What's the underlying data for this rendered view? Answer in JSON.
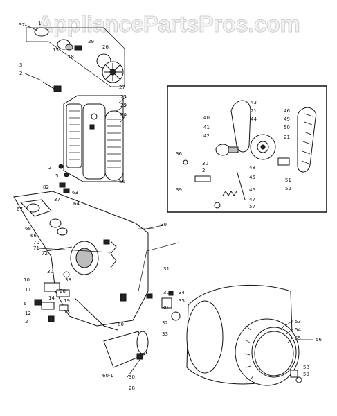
{
  "watermark": "AppliancePartsPros.com",
  "labels": [
    {
      "id": "l37a",
      "text": "37"
    },
    {
      "id": "l1",
      "text": "1"
    },
    {
      "id": "l15",
      "text": "15"
    },
    {
      "id": "l18",
      "text": "18"
    },
    {
      "id": "l29a",
      "text": "29"
    },
    {
      "id": "l26",
      "text": "26"
    },
    {
      "id": "l27",
      "text": "27"
    },
    {
      "id": "l3",
      "text": "3"
    },
    {
      "id": "l2a",
      "text": "2"
    },
    {
      "id": "l25",
      "text": "25"
    },
    {
      "id": "l29b",
      "text": "29"
    },
    {
      "id": "l60a",
      "text": "60"
    },
    {
      "id": "l2b",
      "text": "2"
    },
    {
      "id": "l5",
      "text": "5"
    },
    {
      "id": "l60b",
      "text": "60"
    },
    {
      "id": "l82",
      "text": "82"
    },
    {
      "id": "l63",
      "text": "63"
    },
    {
      "id": "l37b",
      "text": "37"
    },
    {
      "id": "l64",
      "text": "64"
    },
    {
      "id": "l67",
      "text": "67"
    },
    {
      "id": "l68",
      "text": "68"
    },
    {
      "id": "l66",
      "text": "66"
    },
    {
      "id": "l70",
      "text": "70"
    },
    {
      "id": "l71",
      "text": "71"
    },
    {
      "id": "l72",
      "text": "72"
    },
    {
      "id": "l30a",
      "text": "30"
    },
    {
      "id": "l43",
      "text": "43"
    },
    {
      "id": "l21a",
      "text": "21"
    },
    {
      "id": "l44",
      "text": "44"
    },
    {
      "id": "l40",
      "text": "40"
    },
    {
      "id": "l41",
      "text": "41"
    },
    {
      "id": "l42",
      "text": "42"
    },
    {
      "id": "l46",
      "text": "46"
    },
    {
      "id": "l49",
      "text": "49"
    },
    {
      "id": "l50",
      "text": "50"
    },
    {
      "id": "l21b",
      "text": "21"
    },
    {
      "id": "l36",
      "text": "36"
    },
    {
      "id": "l30b",
      "text": "30"
    },
    {
      "id": "l2c",
      "text": "2"
    },
    {
      "id": "l48",
      "text": "48"
    },
    {
      "id": "l45",
      "text": "45"
    },
    {
      "id": "l51",
      "text": "51"
    },
    {
      "id": "l52",
      "text": "52"
    },
    {
      "id": "l39",
      "text": "39"
    },
    {
      "id": "l46b",
      "text": "46"
    },
    {
      "id": "l47",
      "text": "47"
    },
    {
      "id": "l57",
      "text": "57"
    },
    {
      "id": "l31",
      "text": "31"
    },
    {
      "id": "l30c",
      "text": "30"
    },
    {
      "id": "l38",
      "text": "38"
    },
    {
      "id": "l10",
      "text": "10"
    },
    {
      "id": "l11",
      "text": "11"
    },
    {
      "id": "l20",
      "text": "20"
    },
    {
      "id": "l6",
      "text": "6"
    },
    {
      "id": "l14",
      "text": "14"
    },
    {
      "id": "l19",
      "text": "19"
    },
    {
      "id": "l12",
      "text": "12"
    },
    {
      "id": "l2d",
      "text": "2"
    },
    {
      "id": "l13",
      "text": "13"
    },
    {
      "id": "l30d",
      "text": "30"
    },
    {
      "id": "l34",
      "text": "34"
    },
    {
      "id": "l35",
      "text": "35"
    },
    {
      "id": "l30e",
      "text": "30"
    },
    {
      "id": "l32",
      "text": "32"
    },
    {
      "id": "l33",
      "text": "33"
    },
    {
      "id": "l60c",
      "text": "60"
    },
    {
      "id": "l53",
      "text": "53"
    },
    {
      "id": "l54",
      "text": "54"
    },
    {
      "id": "l55",
      "text": "55"
    },
    {
      "id": "l56",
      "text": "56"
    },
    {
      "id": "l58",
      "text": "58"
    },
    {
      "id": "l59",
      "text": "59"
    },
    {
      "id": "l30f",
      "text": "30"
    },
    {
      "id": "l28",
      "text": "28"
    },
    {
      "id": "l601",
      "text": "60-1"
    }
  ]
}
